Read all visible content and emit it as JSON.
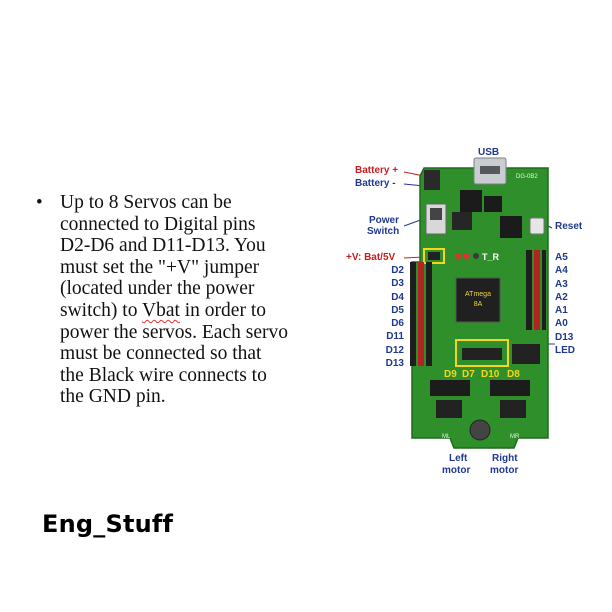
{
  "text": {
    "bullet": "•",
    "lines": [
      "Up to 8 Servos can be",
      "connected to Digital pins",
      "D2-D6 and D11-D13. You",
      "must set the \"+V\" jumper",
      "(located under the power",
      "switch) to",
      "Vbat",
      " in order to",
      "power the servos. Each servo",
      "must be connected so that",
      "the Black wire connects to",
      "the GND pin."
    ]
  },
  "brand": "Eng_Stuff",
  "board": {
    "usb": "USB",
    "battery_plus": "Battery +",
    "battery_minus": "Battery -",
    "power_switch_1": "Power",
    "power_switch_2": "Switch",
    "reset": "Reset",
    "vbat_jumper": "+V: Bat/5V",
    "left_pins": [
      "D2",
      "D3",
      "D4",
      "D5",
      "D6",
      "D11",
      "D12",
      "D13"
    ],
    "right_pins": [
      "A5",
      "A4",
      "A3",
      "A2",
      "A1",
      "A0",
      "D13",
      "LED"
    ],
    "bottom_pins": [
      "D9",
      "D7",
      "D10",
      "D8"
    ],
    "left_motor_1": "Left",
    "left_motor_2": "motor",
    "right_motor_1": "Right",
    "right_motor_2": "motor",
    "chip_1": "ATmega",
    "chip_2": "8A",
    "silk_model": "DG-0B2",
    "silk_tr": "T_R",
    "silk_ml": "ML",
    "silk_mr": "MR"
  },
  "colors": {
    "pcb": "#2f8f2a",
    "callout_blue": "#1f3a8c",
    "callout_red": "#c81e1e",
    "highlight_yellow": "#f7d51c"
  }
}
